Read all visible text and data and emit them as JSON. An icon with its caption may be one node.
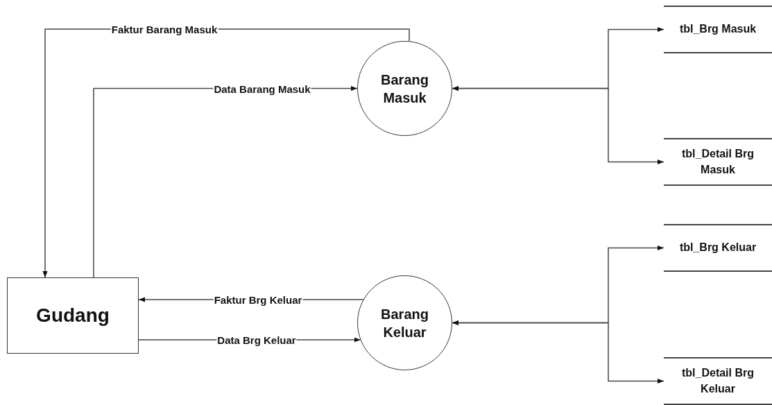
{
  "diagram": {
    "nodes": [
      {
        "text": [
          "Gudang"
        ]
      },
      {
        "text": [
          "Barang Masuk"
        ]
      },
      {
        "text": [
          "Barang Keluar"
        ]
      },
      {
        "text": [
          "tbl_Brg Masuk"
        ]
      },
      {
        "text": [
          "tbl_Detail Brg Masuk"
        ]
      },
      {
        "text": [
          "tbl_Brg Keluar"
        ]
      },
      {
        "text": [
          "tbl_Detail Brg Keluar"
        ]
      }
    ],
    "edges": [
      {
        "from": 1,
        "to": 0,
        "arrow": "to",
        "label": "Faktur Barang Masuk"
      },
      {
        "from": 0,
        "to": 1,
        "arrow": "to",
        "label": "Data Barang Masuk"
      },
      {
        "from": 2,
        "to": 0,
        "arrow": "to",
        "label": "Faktur Brg Keluar"
      },
      {
        "from": 0,
        "to": 2,
        "arrow": "to",
        "label": "Data Brg Keluar"
      },
      {
        "from": 1,
        "to": 3,
        "arrow": "both"
      },
      {
        "from": 1,
        "to": 4,
        "arrow": "both"
      },
      {
        "from": 2,
        "to": 5,
        "arrow": "both"
      },
      {
        "from": 2,
        "to": 6,
        "arrow": "both"
      }
    ]
  }
}
